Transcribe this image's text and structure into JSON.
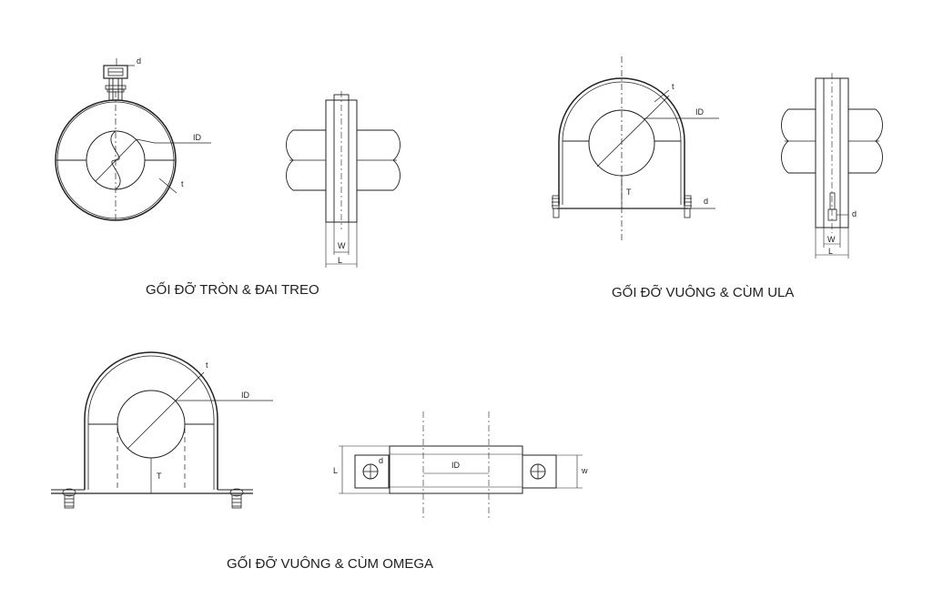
{
  "captions": {
    "round_hanger": "GỐI ĐỠ TRÒN & ĐAI TREO",
    "square_ula": "GỐI ĐỠ VUÔNG & CÙM ULA",
    "square_omega": "GỐI ĐỠ VUÔNG & CÙM OMEGA"
  },
  "labels": {
    "d": "d",
    "id": "ID",
    "t_lower": "t",
    "t_upper": "T",
    "w_upper": "W",
    "w_lower": "w",
    "l": "L"
  },
  "colors": {
    "line": "#222222",
    "background": "#ffffff"
  }
}
